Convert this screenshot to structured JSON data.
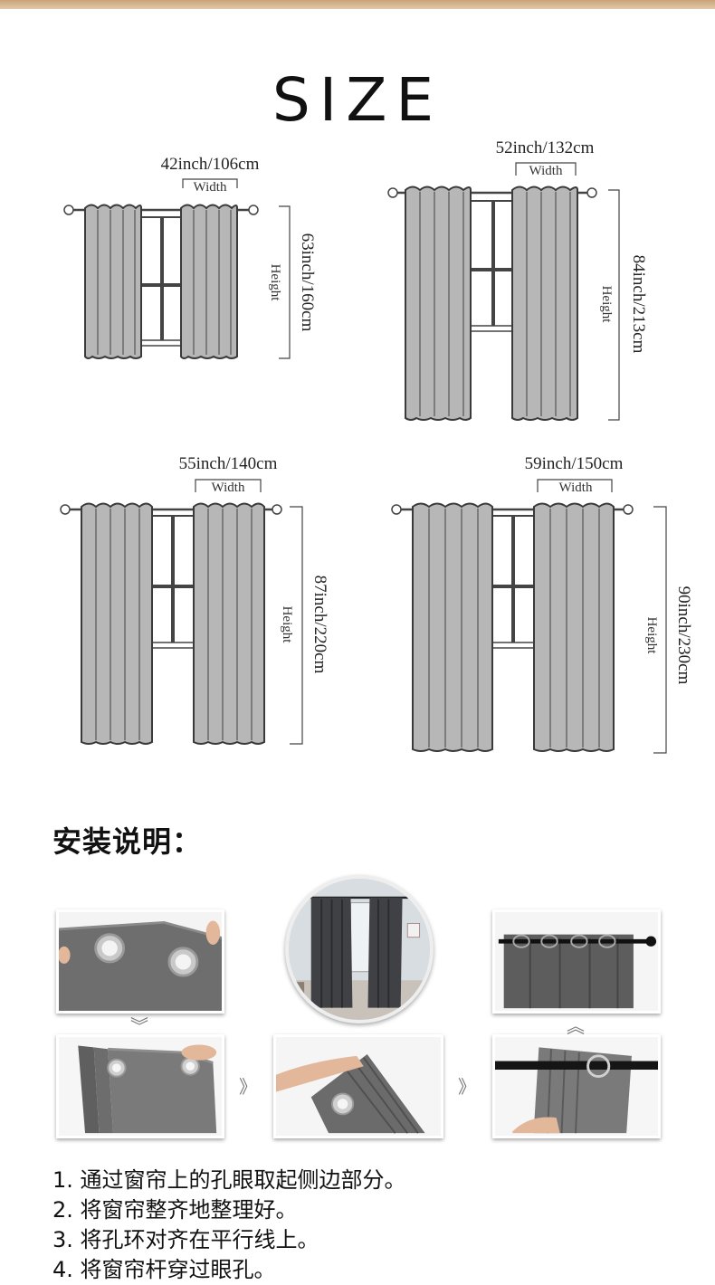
{
  "header": {
    "title": "SIZE"
  },
  "sizes": [
    {
      "width_text": "42inch/106cm",
      "width_label": "Width",
      "height_text": "63inch/160cm",
      "height_label": "Height"
    },
    {
      "width_text": "52inch/132cm",
      "width_label": "Width",
      "height_text": "84inch/213cm",
      "height_label": "Height"
    },
    {
      "width_text": "55inch/140cm",
      "width_label": "Width",
      "height_text": "87inch/220cm",
      "height_label": "Height"
    },
    {
      "width_text": "59inch/150cm",
      "width_label": "Width",
      "height_text": "90inch/230cm",
      "height_label": "Height"
    }
  ],
  "install": {
    "title": "安装说明：",
    "steps": [
      "1. 通过窗帘上的孔眼取起侧边部分。",
      "2. 将窗帘整齐地整理好。",
      "3. 将孔环对齐在平行线上。",
      "4. 将窗帘杆穿过眼孔。"
    ]
  },
  "colors": {
    "curtain_fill": "#b7b7b7",
    "curtain_stroke": "#3a3a3a",
    "fabric_dark": "#5c5c5c",
    "top_bar": "#d4b28c"
  },
  "icons": {
    "arrow_down": "chevron-double-down-icon",
    "arrow_up": "chevron-double-up-icon",
    "arrow_right": "chevron-double-right-icon"
  }
}
